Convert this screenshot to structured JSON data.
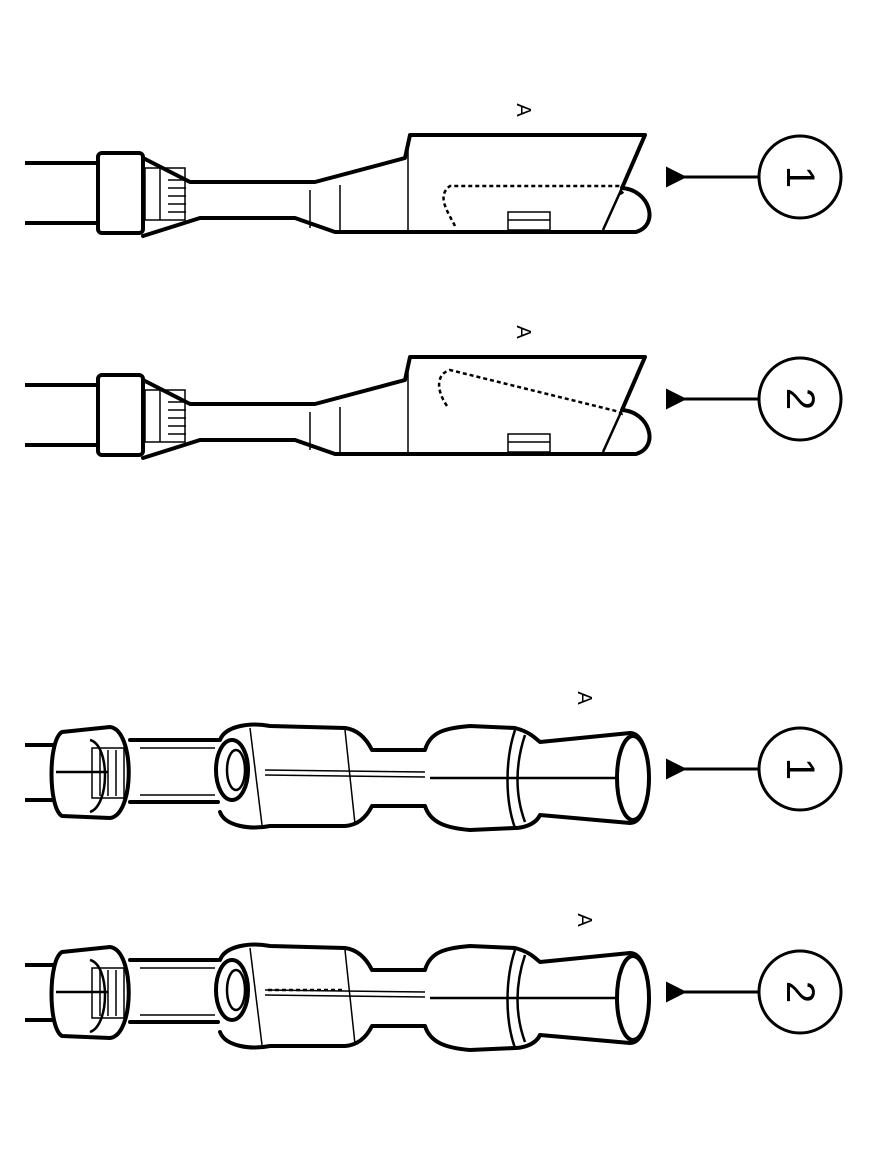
{
  "flat_terminals": [
    {
      "letter": "A",
      "callout": "1",
      "state": "hook-down"
    },
    {
      "letter": "A",
      "callout": "2",
      "state": "hook-up"
    }
  ],
  "round_terminals": [
    {
      "letter": "A",
      "callout": "1"
    },
    {
      "letter": "A",
      "callout": "2"
    }
  ],
  "colors": {
    "line": "#000000",
    "background": "#ffffff"
  }
}
